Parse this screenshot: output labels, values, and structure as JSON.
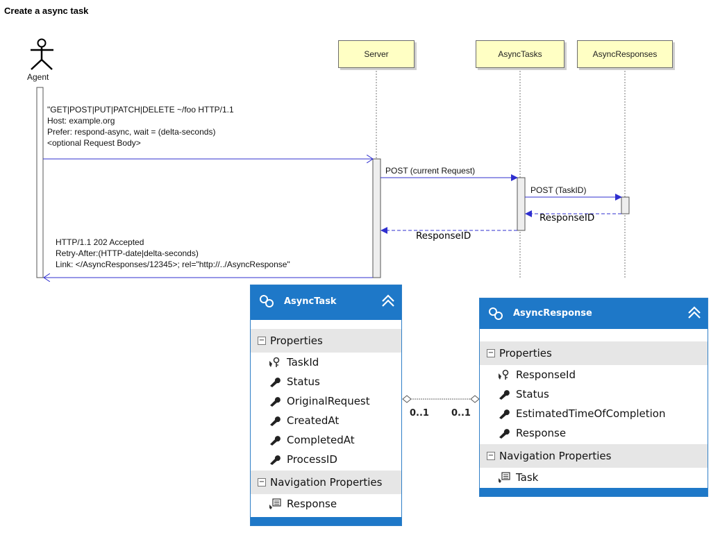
{
  "title": "Create a async task",
  "sequence": {
    "actor": {
      "label": "Agent"
    },
    "lifelines": [
      {
        "label": "Server"
      },
      {
        "label": "AsyncTasks"
      },
      {
        "label": "AsyncResponses"
      }
    ],
    "request_lines": [
      "\"GET|POST|PUT|PATCH|DELETE ~/foo HTTP/1.1",
      "Host: example.org",
      "Prefer: respond-async, wait = (delta-seconds)",
      "<optional Request Body>"
    ],
    "msg_post_request": "POST (current Request)",
    "msg_post_taskid": "POST (TaskID)",
    "reply_response_id_1": "ResponseID",
    "reply_response_id_2": "ResponseID",
    "response_lines": [
      "HTTP/1.1 202 Accepted",
      "Retry-After:(HTTP-date|delta-seconds)",
      "Link: </AsyncResponses/12345>; rel=\"http://../AsyncResponse\""
    ]
  },
  "entities": {
    "async_task": {
      "name": "AsyncTask",
      "properties_label": "Properties",
      "properties": [
        "TaskId",
        "Status",
        "OriginalRequest",
        "CreatedAt",
        "CompletedAt",
        "ProcessID"
      ],
      "navigation_label": "Navigation Properties",
      "navigation": [
        "Response"
      ]
    },
    "async_response": {
      "name": "AsyncResponse",
      "properties_label": "Properties",
      "properties": [
        "ResponseId",
        "Status",
        "EstimatedTimeOfCompletion",
        "Response"
      ],
      "navigation_label": "Navigation Properties",
      "navigation": [
        "Task"
      ]
    },
    "association": {
      "left_multiplicity": "0..1",
      "right_multiplicity": "0..1"
    }
  },
  "colors": {
    "entity_header": "#1e78c8",
    "lifeline_box": "#ffffc4",
    "message_line": "#2f2fcf"
  },
  "icons": {
    "actor": "stick-figure-icon",
    "entity": "entity-type-icon",
    "collapse": "double-chevron-up-icon",
    "key_property": "key-property-icon",
    "property": "wrench-property-icon",
    "navigation_property": "navigation-property-icon"
  }
}
